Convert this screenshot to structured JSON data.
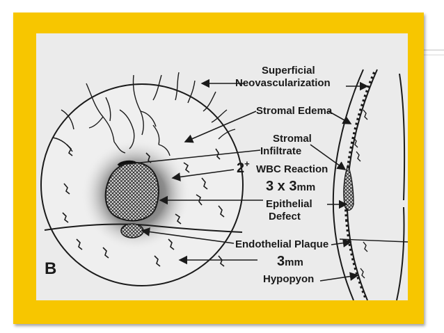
{
  "figure": {
    "panel_letter": "B",
    "labels": {
      "superficial_1": "Superficial",
      "superficial_2": "Neovascularization",
      "stromal_edema": "Stromal Edema",
      "stromal_inf_1": "Stromal",
      "stromal_inf_2": "Infiltrate",
      "wbc_grade": "2",
      "wbc_plus": "+",
      "wbc_reaction": "WBC Reaction",
      "size_main": "3 x 3",
      "size_unit": "mm",
      "epithelial_1": "Epithelial",
      "epithelial_2": "Defect",
      "endothelial_plaque": "Endothelial Plaque",
      "hypopyon_size": "3",
      "hypopyon_unit": "mm",
      "hypopyon": "Hypopyon"
    }
  },
  "colors": {
    "frame": "#f7c600",
    "figure_bg": "#ebebeb",
    "ink": "#1a1a1a",
    "page_bg": "#ffffff"
  }
}
